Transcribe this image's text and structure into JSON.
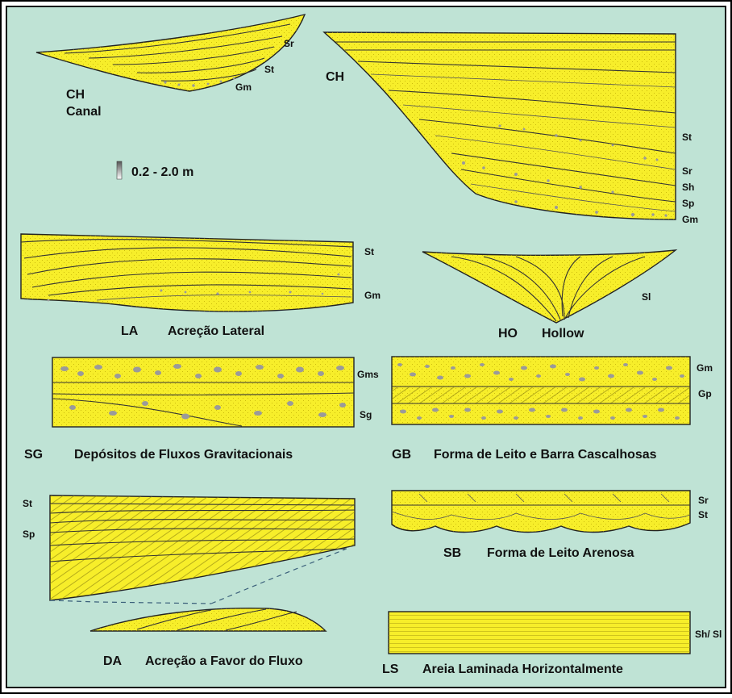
{
  "colors": {
    "background": "#bfe3d5",
    "sediment": "#f7ee2a",
    "clast": "#9a9a9a",
    "outline": "#222222"
  },
  "scale_bar": {
    "text": "0.2  -  2.0 m"
  },
  "elements": {
    "ch_canal": {
      "code": "CH",
      "name": "Canal",
      "facies": [
        "Sr",
        "St",
        "Gm"
      ]
    },
    "ch_large": {
      "code": "CH",
      "facies": [
        "St",
        "Sr",
        "Sh",
        "Sp",
        "Gm"
      ]
    },
    "la": {
      "code": "LA",
      "name": "Acreção Lateral",
      "facies": [
        "St",
        "Gm"
      ]
    },
    "ho": {
      "code": "HO",
      "name": "Hollow",
      "facies": [
        "Sl"
      ]
    },
    "sg": {
      "code": "SG",
      "name": "Depósitos de Fluxos Gravitacionais",
      "facies": [
        "Gms",
        "Sg"
      ]
    },
    "gb": {
      "code": "GB",
      "name": "Forma de Leito e Barra Cascalhosas",
      "facies": [
        "Gm",
        "Gp"
      ]
    },
    "da": {
      "code": "DA",
      "name": "Acreção a Favor do Fluxo",
      "facies": [
        "St",
        "Sp"
      ]
    },
    "sb": {
      "code": "SB",
      "name": "Forma de Leito Arenosa",
      "facies": [
        "Sr",
        "St"
      ]
    },
    "ls": {
      "code": "LS",
      "name": "Areia Laminada Horizontalmente",
      "facies": [
        "Sh/ Sl"
      ]
    }
  }
}
